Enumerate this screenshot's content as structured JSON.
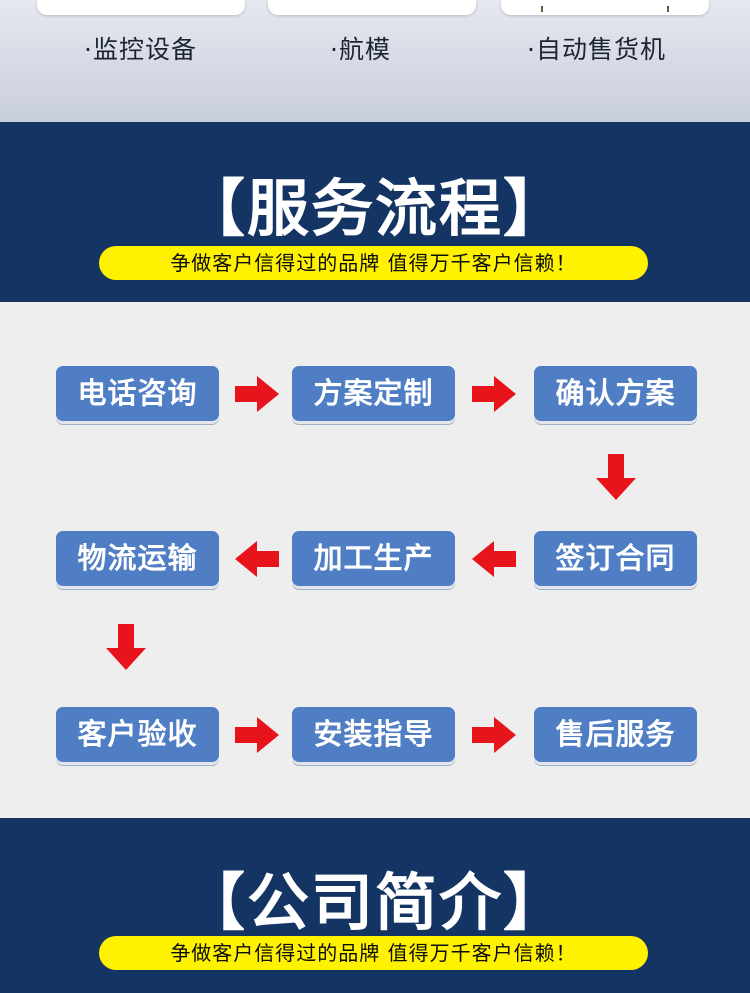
{
  "applications": {
    "items": [
      "·监控设备",
      "·航模",
      "·自动售货机"
    ]
  },
  "service_process": {
    "title": "【服务流程】",
    "slogan": "争做客户信得过的品牌  值得万千客户信赖！",
    "steps": [
      "电话咨询",
      "方案定制",
      "确认方案",
      "签订合同",
      "加工生产",
      "物流运输",
      "客户验收",
      "安装指导",
      "售后服务"
    ]
  },
  "company_intro": {
    "title": "【公司简介】",
    "slogan": "争做客户信得过的品牌  值得万千客户信赖！"
  },
  "colors": {
    "navy": "#143463",
    "step_blue": "#4f7ec4",
    "arrow_red": "#e8141c",
    "slogan_yellow": "#fef200"
  }
}
